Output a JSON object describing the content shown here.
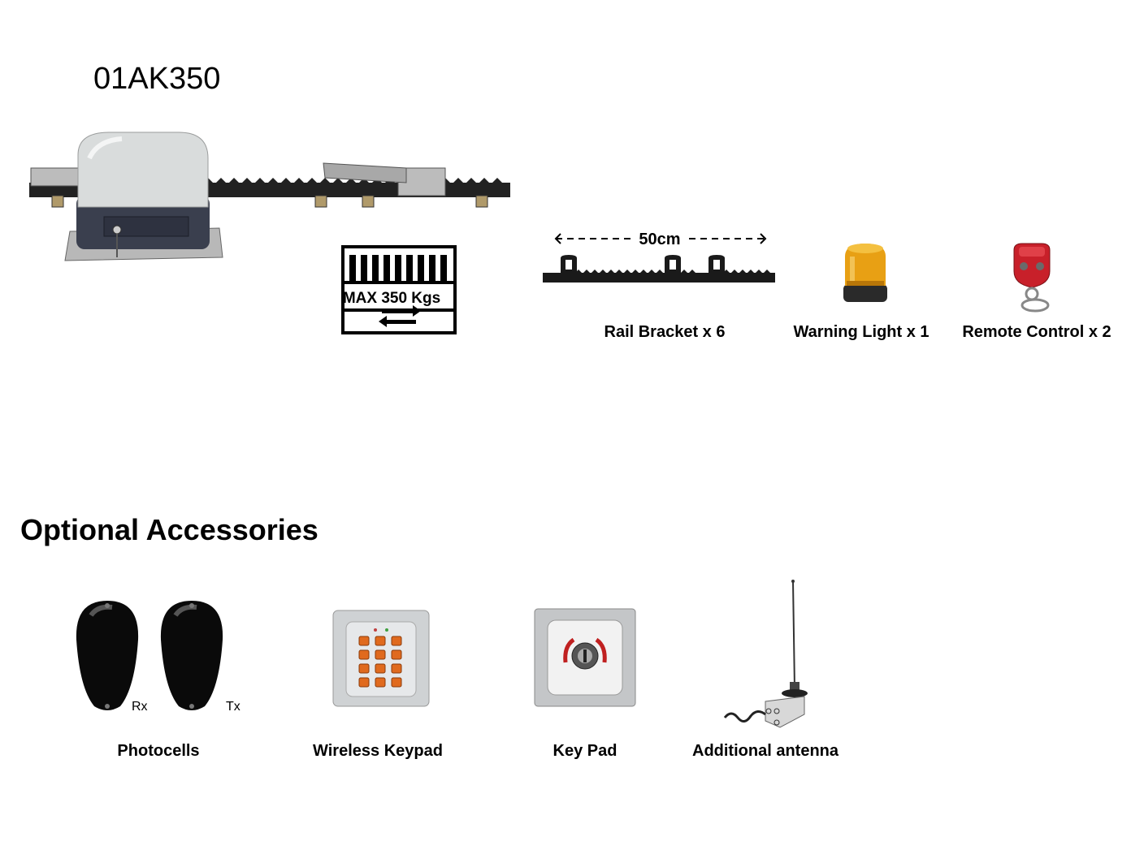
{
  "product": {
    "model": "01AK350"
  },
  "gate_sign": {
    "text": "MAX 350 Kgs"
  },
  "kit_items": [
    {
      "label": "Rail Bracket x 6",
      "dimension": "50cm"
    },
    {
      "label": "Warning Light x 1"
    },
    {
      "label": "Remote Control x 2"
    }
  ],
  "optional": {
    "heading": "Optional Accessories",
    "items": [
      {
        "label": "Photocells",
        "rx": "Rx",
        "tx": "Tx"
      },
      {
        "label": "Wireless Keypad"
      },
      {
        "label": "Key Pad"
      },
      {
        "label": "Additional antenna"
      }
    ]
  },
  "colors": {
    "motor_cover": "#d9dcdc",
    "motor_base": "#3a3f4e",
    "rack": "#1a1a1a",
    "warning_light": "#e8a014",
    "remote": "#c8202a",
    "keypad_key": "#e06a1e"
  }
}
